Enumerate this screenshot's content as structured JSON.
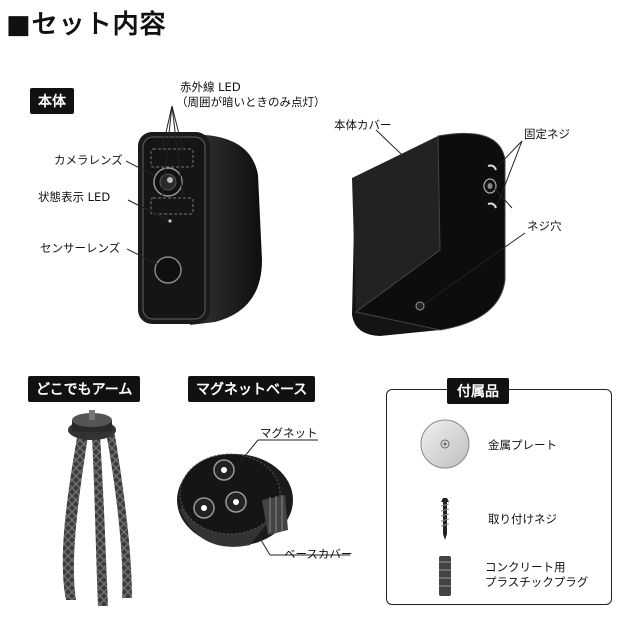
{
  "page": {
    "title": "■セット内容"
  },
  "sections": {
    "main_unit": "本体",
    "arm": "どこでもアーム",
    "base": "マグネットベース",
    "accessories": "付属品"
  },
  "main_unit_labels": {
    "ir_led": "赤外線 LED",
    "ir_led_note": "（周囲が暗いときのみ点灯）",
    "camera_lens": "カメラレンズ",
    "status_led": "状態表示 LED",
    "sensor_lens": "センサーレンズ",
    "body_cover": "本体カバー",
    "fixing_screw": "固定ネジ",
    "screw_hole": "ネジ穴"
  },
  "base_labels": {
    "magnet": "マグネット",
    "base_cover": "ベースカバー"
  },
  "accessories": [
    {
      "label": "金属プレート",
      "icon": "metal-plate-icon"
    },
    {
      "label": "取り付けネジ",
      "icon": "screw-icon"
    },
    {
      "label": "コンクリート用\nプラスチックプラグ",
      "icon": "plastic-plug-icon"
    }
  ]
}
